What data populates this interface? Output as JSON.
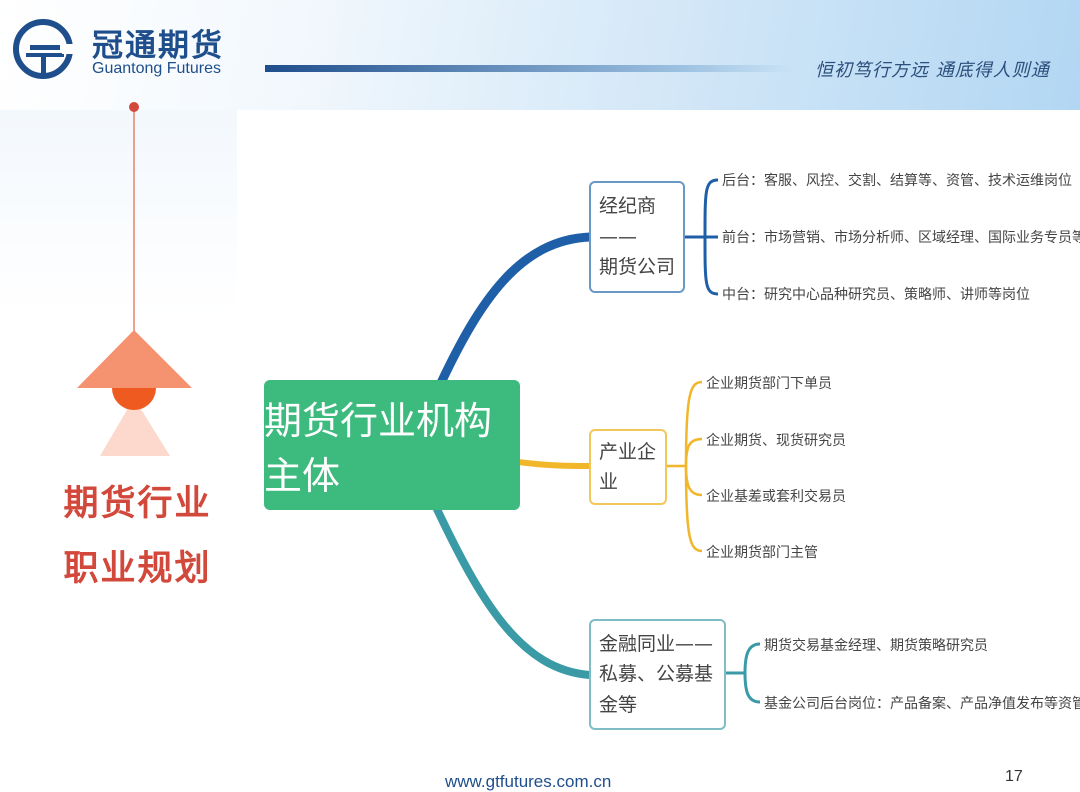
{
  "header": {
    "brand_cn": "冠通期货",
    "brand_en": "Guantong Futures",
    "slogan": "恒初笃行方远  通底得人则通"
  },
  "side": {
    "title_line1": "期货行业",
    "title_line2": "职业规划"
  },
  "mindmap": {
    "root": "期货行业机构主体",
    "branches": [
      {
        "label_line1": "经纪商——",
        "label_line2": "期货公司",
        "color": "#1f5fa8",
        "children": [
          "后台：客服、风控、交割、结算等、资管、技术运维岗位",
          "前台：市场营销、市场分析师、区域经理、国际业务专员等岗位",
          "中台：研究中心品种研究员、策略师、讲师等岗位"
        ]
      },
      {
        "label_line1": "产业企业",
        "color": "#f2b62a",
        "children": [
          "企业期货部门下单员",
          "企业期货、现货研究员",
          "企业基差或套利交易员",
          "企业期货部门主管"
        ]
      },
      {
        "label_line1": "金融同业——",
        "label_line2": "私募、公募基金等",
        "color": "#3a9aa5",
        "children": [
          "期货交易基金经理、期货策略研究员",
          "基金公司后台岗位：产品备案、产品净值发布等资管工作"
        ]
      }
    ]
  },
  "footer": {
    "url": "www.gtfutures.com.cn",
    "page": "17"
  }
}
